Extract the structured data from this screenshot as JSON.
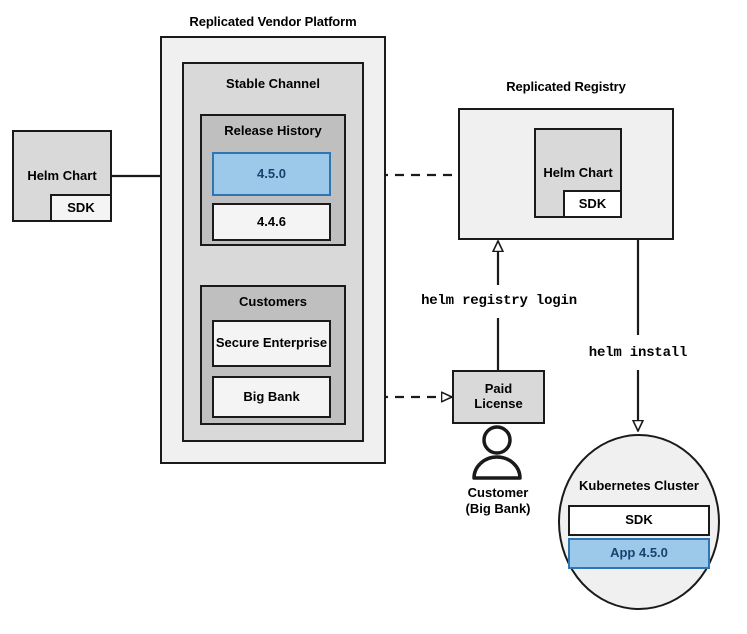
{
  "diagram": {
    "title_platform": "Replicated Vendor Platform",
    "title_registry": "Replicated Registry",
    "platform": {
      "channel_label": "Stable Channel",
      "release_history": {
        "label": "Release History",
        "releases": [
          {
            "version": "4.5.0",
            "state": "current"
          },
          {
            "version": "4.4.6",
            "state": "previous"
          }
        ]
      },
      "customers": {
        "label": "Customers",
        "items": [
          {
            "name": "Secure Enterprise"
          },
          {
            "name": "Big Bank"
          }
        ]
      }
    },
    "source_chart": {
      "label": "Helm Chart",
      "sub_label": "SDK"
    },
    "registry_chart": {
      "label": "Helm Chart",
      "sub_label": "SDK"
    },
    "license": {
      "line1": "Paid",
      "line2": "License"
    },
    "customer_actor": {
      "line1": "Customer",
      "line2": "(Big Bank)",
      "icon": "person-icon"
    },
    "commands": {
      "registry_login": "helm registry login",
      "install": "helm install"
    },
    "cluster": {
      "label": "Kubernetes Cluster",
      "components": [
        {
          "name": "SDK",
          "state": "plain"
        },
        {
          "name": "App 4.5.0",
          "state": "current"
        }
      ]
    },
    "colors": {
      "accent_blue_fill": "#9cc8ea",
      "accent_blue_border": "#2d76b3",
      "accent_blue_text": "#14456e",
      "stroke": "#1a1a1a",
      "platform_fill": "#f0f0f0",
      "channel_fill": "#d9d9d9",
      "group_fill": "#bfbfbf",
      "item_fill": "#f4f4f4"
    }
  }
}
